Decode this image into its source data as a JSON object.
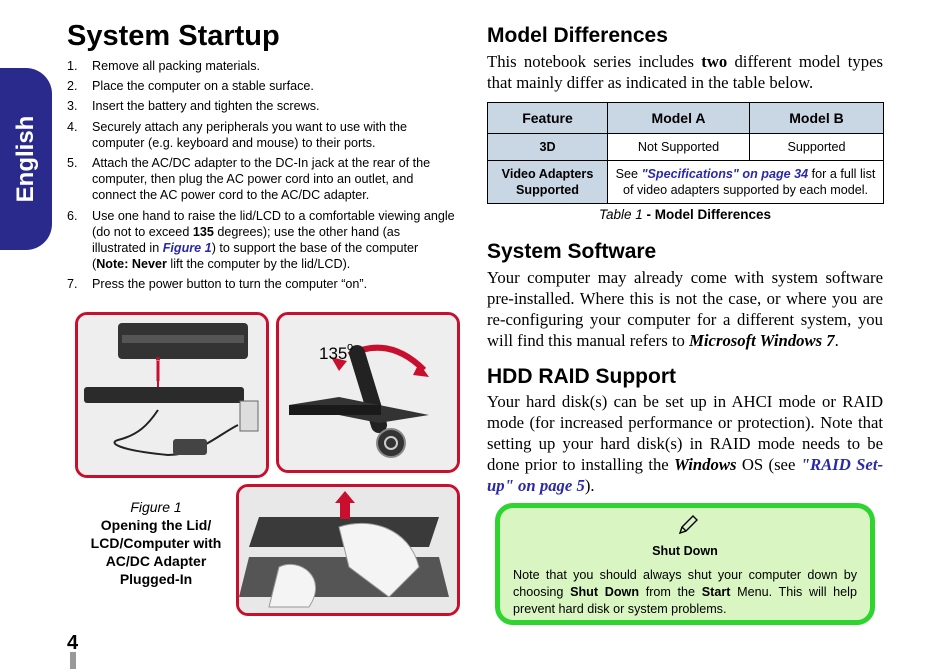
{
  "side_tab": {
    "label": "English"
  },
  "startup": {
    "title": "System Startup",
    "steps": [
      {
        "num": "1.",
        "text": "Remove all packing materials."
      },
      {
        "num": "2.",
        "text": "Place the computer on a stable surface."
      },
      {
        "num": "3.",
        "text": "Insert the battery and tighten the screws."
      },
      {
        "num": "4.",
        "text": "Securely attach any peripherals you want to use with the computer (e.g. keyboard and mouse) to their ports."
      },
      {
        "num": "5.",
        "text": "Attach the AC/DC adapter to the DC-In jack at the rear of the computer, then plug the AC power cord into an outlet, and connect the AC power cord to the AC/DC adapter."
      },
      {
        "num": "6.",
        "a": "Use one hand to raise the lid/LCD to a comfortable viewing angle (do not to exceed ",
        "b": "135",
        "c": " degrees); use the other hand (as illustrated in ",
        "d": "Figure 1",
        "e": ") to support the base of the computer (",
        "f": "Note: Never",
        "g": " lift the computer by the lid/LCD)."
      },
      {
        "num": "7.",
        "text": "Press the power button to turn the computer “on”."
      }
    ]
  },
  "figure": {
    "angle_label": "135",
    "angle_unit": "o",
    "label": "Figure 1",
    "title": "Opening the Lid/ LCD/Computer with AC/DC Adapter Plugged-In"
  },
  "model_diff": {
    "title": "Model Differences",
    "intro_a": "This notebook series includes ",
    "intro_b": "two",
    "intro_c": " different model types that mainly differ as indicated in the table below.",
    "headers": [
      "Feature",
      "Model A",
      "Model B"
    ],
    "row1": [
      "3D",
      "Not Supported",
      "Supported"
    ],
    "row2_head": "Video Adapters Supported",
    "row2_a": "See ",
    "row2_link": "\"Specifications\" on page 34",
    "row2_b": " for a full list of video adapters supported by each model.",
    "caption_label": "Table 1",
    "caption_title": " - Model Differences"
  },
  "software": {
    "title": "System Software",
    "text_a": "Your computer may already come with system software pre-installed. Where this is not the case, or where you are re-configuring your computer for a different system, you will find this manual refers to ",
    "text_b": "Microsoft Windows 7",
    "text_c": "."
  },
  "raid": {
    "title": "HDD RAID Support",
    "text_a": "Your hard disk(s) can be set up in AHCI mode or RAID mode (for increased performance or protection). Note that setting up your hard disk(s) in RAID mode needs to be done prior to installing the ",
    "text_b": "Windows",
    "text_c": " OS (see ",
    "text_link": "\"RAID Set-up\" on page 5",
    "text_d": ")."
  },
  "note": {
    "icon": "pencil-icon",
    "title": "Shut Down",
    "a": "Note that you should always shut your computer down by choosing ",
    "b": "Shut Down",
    "c": " from the ",
    "d": "Start",
    "e": " Menu. This will help prevent hard disk or system problems.",
    "border_color": "#2ed52e",
    "fill_color": "#d8f5c2"
  },
  "page": {
    "number": "4"
  },
  "colors": {
    "tab": "#2a2a8c",
    "link": "#2a2aa8",
    "figure_border": "#c8102e",
    "table_header": "#c9d6e3"
  }
}
